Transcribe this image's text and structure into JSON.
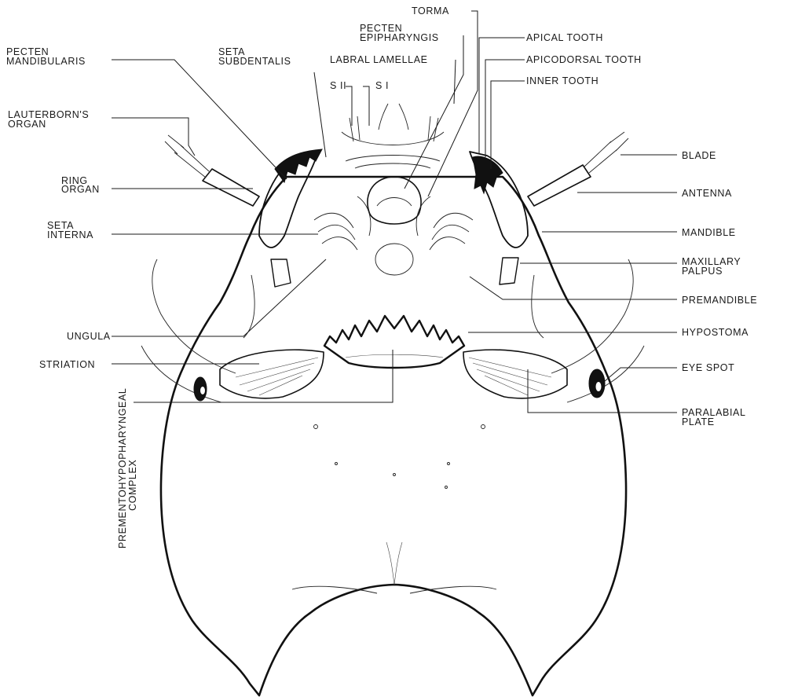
{
  "labels": {
    "pecten_mandibularis": [
      "PECTEN",
      "MANDIBULARIS"
    ],
    "lauterborns_organ": [
      "LAUTERBORN'S",
      "ORGAN"
    ],
    "ring_organ": [
      "RING",
      "ORGAN"
    ],
    "seta_interna": [
      "SETA",
      "INTERNA"
    ],
    "ungula": "UNGULA",
    "striation": "STRIATION",
    "prementohypopharyngeal_complex": "PREMENTOHYPOPHARYNGEAL COMPLEX",
    "seta_subdentalis": [
      "SETA",
      "SUBDENTALIS"
    ],
    "labral_lamellae": "LABRAL LAMELLAE",
    "pecten_epipharyngis": [
      "PECTEN",
      "EPIPHARYNGIS"
    ],
    "torma": "TORMA",
    "s_two": "S II",
    "s_one": "S I",
    "apical_tooth": "APICAL TOOTH",
    "apicodorsal_tooth": "APICODORSAL TOOTH",
    "inner_tooth": "INNER TOOTH",
    "blade": "BLADE",
    "antenna": "ANTENNA",
    "mandible": "MANDIBLE",
    "maxillary_palpus": [
      "MAXILLARY",
      "PALPUS"
    ],
    "premandible": "PREMANDIBLE",
    "hypostoma": "HYPOSTOMA",
    "eye_spot": "EYE SPOT",
    "paralabial_plate": [
      "PARALABIAL",
      "PLATE"
    ]
  }
}
